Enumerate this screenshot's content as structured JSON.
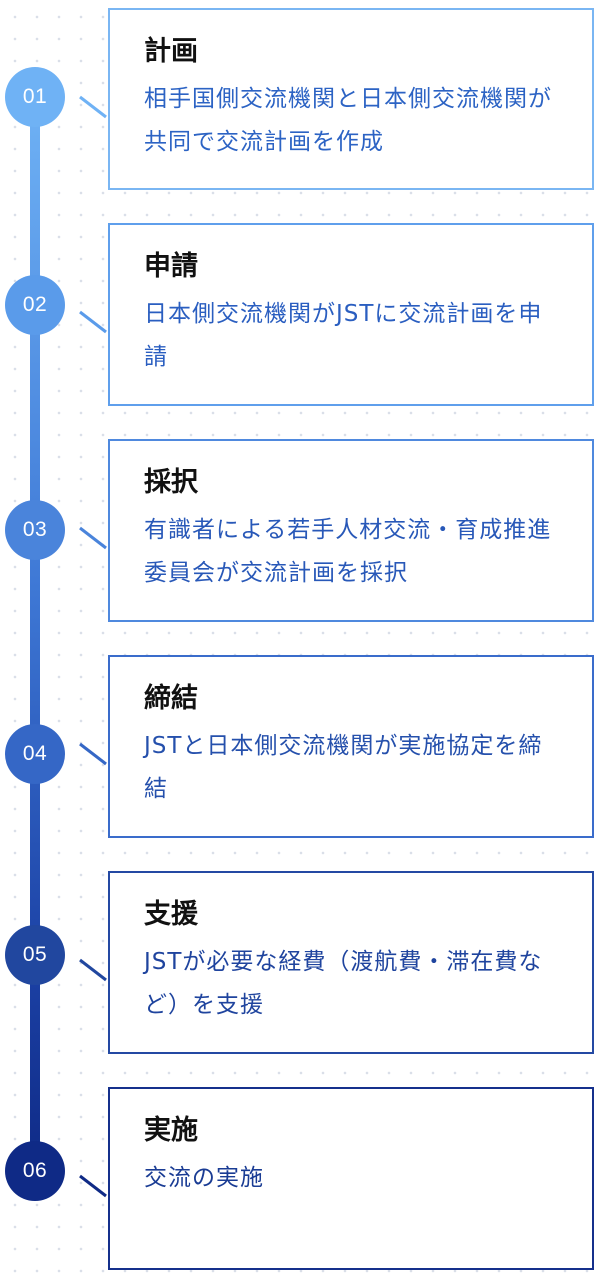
{
  "steps": [
    {
      "number": "01",
      "title": "計画",
      "description": "相手国側交流機関と日本側交流機関が共同で交流計画を作成",
      "color": "#6fb2f5",
      "text_color": "#2c63c4"
    },
    {
      "number": "02",
      "title": "申請",
      "description": "日本側交流機関がJSTに交流計画を申請",
      "color": "#5a9bea",
      "text_color": "#2a5ec0"
    },
    {
      "number": "03",
      "title": "採択",
      "description": "有識者による若手人材交流・育成推進委員会が交流計画を採択",
      "color": "#4a84db",
      "text_color": "#2858b8"
    },
    {
      "number": "04",
      "title": "締結",
      "description": "JSTと日本側交流機関が実施協定を締結",
      "color": "#3567c6",
      "text_color": "#2550ac"
    },
    {
      "number": "05",
      "title": "支援",
      "description": "JSTが必要な経費（渡航費・滞在費など）を支援",
      "color": "#21479f",
      "text_color": "#1f449e"
    },
    {
      "number": "06",
      "title": "実施",
      "description": "交流の実施",
      "color": "#0f2a86",
      "text_color": "#1a3c94"
    }
  ]
}
